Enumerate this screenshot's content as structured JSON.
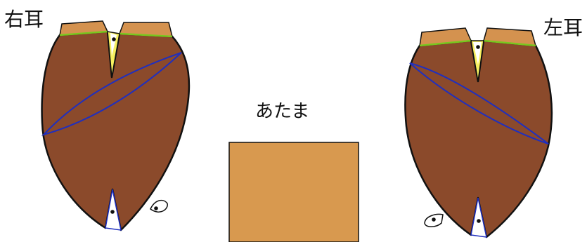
{
  "labels": {
    "right_ear": "右耳",
    "left_ear": "左耳",
    "head": "あたま"
  },
  "colors": {
    "background": "#ffffff",
    "ear_fill": "#8b4a2b",
    "ear_top_band": "#d4924f",
    "head_fill": "#d8994f",
    "outline": "#111111",
    "fold_line": "#1f2fbf",
    "seam_line": "#78c81e",
    "slit_fill": "#f7f060",
    "eye_fill": "#ffffff"
  },
  "pieces": [
    {
      "name": "right-ear",
      "shape": "ear"
    },
    {
      "name": "head",
      "shape": "square"
    },
    {
      "name": "left-ear",
      "shape": "ear"
    }
  ]
}
